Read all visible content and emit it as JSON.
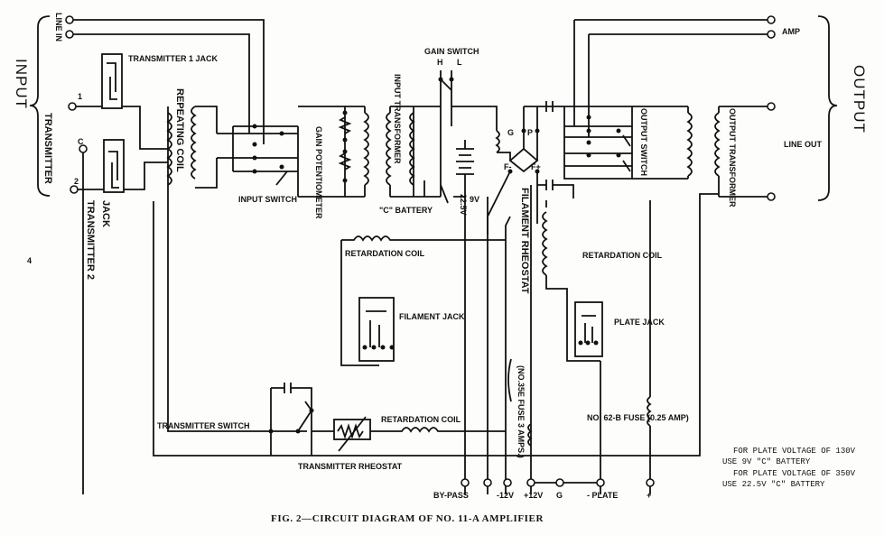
{
  "sides": {
    "input": "INPUT",
    "output": "OUTPUT"
  },
  "terminals": {
    "line_in": "LINE IN",
    "t1": "1",
    "tc": "C",
    "t2": "2",
    "amp": "AMP",
    "line_out": "LINE OUT",
    "bypass": "BY-PASS",
    "minus12": "-12V",
    "plus12": "+12V",
    "g": "G",
    "minus_plate": "- PLATE",
    "plus": "+"
  },
  "labels": {
    "transmitter1_jack": "TRANSMITTER 1 JACK",
    "jack": "JACK",
    "transmitter2": "TRANSMITTER 2",
    "transmitter_v": "TRANSMITTER",
    "repeating_coil": "REPEATING COIL",
    "gain_potentiometer": "GAIN POTENTIOMETER",
    "input_switch": "INPUT SWITCH",
    "input_transformer": "INPUT TRANSFORMER",
    "gain_switch": "GAIN SWITCH",
    "h": "H",
    "l": "L",
    "c_battery": "\"C\" BATTERY",
    "v9": "9V",
    "v225": "22.5V",
    "g_tube": "G",
    "p_tube": "P",
    "f_minus": "F-",
    "f_plus": "F+",
    "filament_rheostat": "FILAMENT RHEOSTAT",
    "output_switch": "OUTPUT SWITCH",
    "output_transformer": "OUTPUT TRANSFORMER",
    "retardation_coil_1": "RETARDATION COIL",
    "retardation_coil_2": "RETARDATION COIL",
    "retardation_coil_3": "RETARDATION COIL",
    "filament_jack": "FILAMENT JACK",
    "plate_jack": "PLATE JACK",
    "fuse_35e": "(NO.35E FUSE 3 AMPS.)",
    "fuse_62b": "NO. 62-B FUSE (0.25 AMP)",
    "transmitter_switch": "TRANSMITTER SWITCH",
    "transmitter_rheostat": "TRANSMITTER RHEOSTAT",
    "page_mark": "4"
  },
  "notes": [
    "FOR PLATE VOLTAGE OF 130V",
    "USE 9V \"C\" BATTERY",
    "FOR PLATE VOLTAGE OF 350V",
    "USE 22.5V \"C\" BATTERY"
  ],
  "caption": "FIG. 2—CIRCUIT DIAGRAM OF NO. 11-A AMPLIFIER"
}
